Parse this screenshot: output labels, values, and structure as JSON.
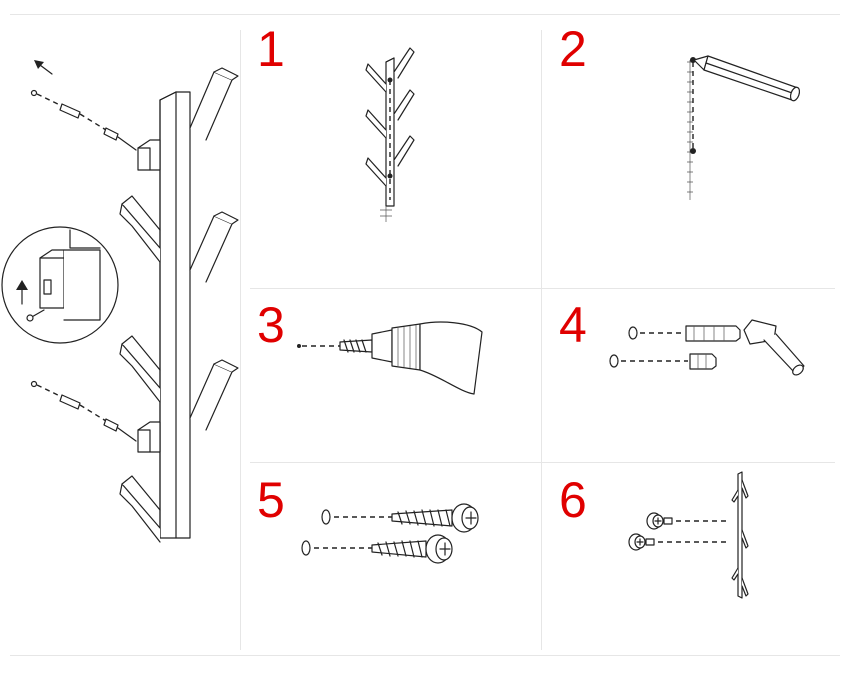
{
  "steps": [
    {
      "number": "1",
      "illustration": "rack-with-dashed-mounting-line"
    },
    {
      "number": "2",
      "illustration": "pencil-marking-on-ruler"
    },
    {
      "number": "3",
      "illustration": "drill-bit"
    },
    {
      "number": "4",
      "illustration": "hammer-wall-plugs"
    },
    {
      "number": "5",
      "illustration": "screws-into-plugs"
    },
    {
      "number": "6",
      "illustration": "hang-rack-on-screws"
    }
  ],
  "colors": {
    "step_number": "#e00000",
    "line": "#222222",
    "divider": "#e6e6e6"
  }
}
